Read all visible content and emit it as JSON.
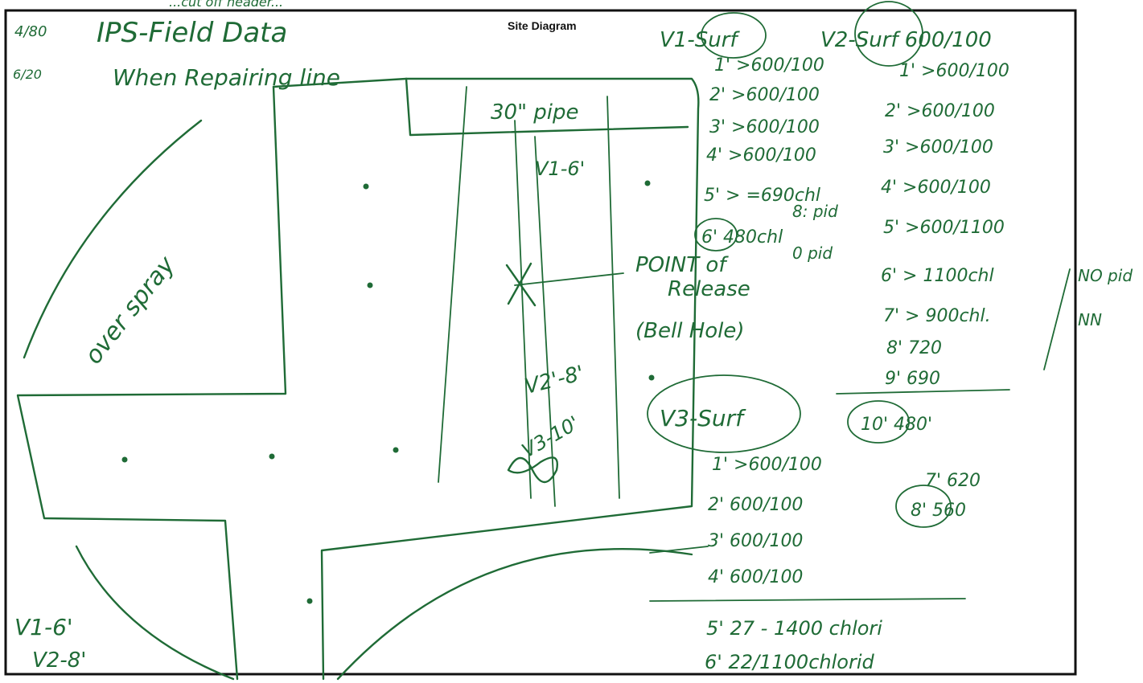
{
  "page": {
    "header_cut_text": "...cut off header...",
    "title": "Site Diagram",
    "title_notes": [
      "IPS-Field Data",
      "When Repairing line"
    ],
    "corner_marks": [
      "4/80",
      "6/20"
    ]
  },
  "diagram": {
    "pipe_label": "30\" pipe",
    "overspray_label": "over spray",
    "point_of_release": [
      "POINT of",
      "Release",
      "(Bell Hole)"
    ],
    "in_box_labels": {
      "v1": "V1-6'",
      "v2": "V2'-8'",
      "v3": "V3-10'"
    },
    "bottom_left": [
      "V1-6'",
      "V2-8'"
    ]
  },
  "v1_surf": {
    "heading": "V1-Surf",
    "rows": [
      "1'  >600/100",
      "2'  >600/100",
      "3'  >600/100",
      "4'  >600/100",
      "5'  >  =690chl",
      "6'  480chl"
    ],
    "side_notes": [
      "8: pid",
      "0 pid"
    ]
  },
  "v2_surf": {
    "heading": "V2-Surf 600/100",
    "rows": [
      "1'  >600/100",
      "2'  >600/100",
      "3'  >600/100",
      "4'  >600/100",
      "5'  >600/1100",
      "6'  > 1100chl",
      "7'  > 900chl.",
      "8'  720",
      "9'  690",
      "10'  480'"
    ],
    "side_notes": [
      "NO pid",
      "NN"
    ]
  },
  "v3_surf": {
    "heading": "V3-Surf",
    "rows": [
      "1'  >600/100",
      "2'  600/100",
      "3'  600/100",
      "4'  600/100",
      "5'  27 - 1400 chlori",
      "6'  22/1100chlorid"
    ],
    "side_rows": [
      "7'  620",
      "8'  560"
    ]
  },
  "colors": {
    "ink": "#1f6b36",
    "frame": "#111111",
    "paper": "#ffffff"
  }
}
